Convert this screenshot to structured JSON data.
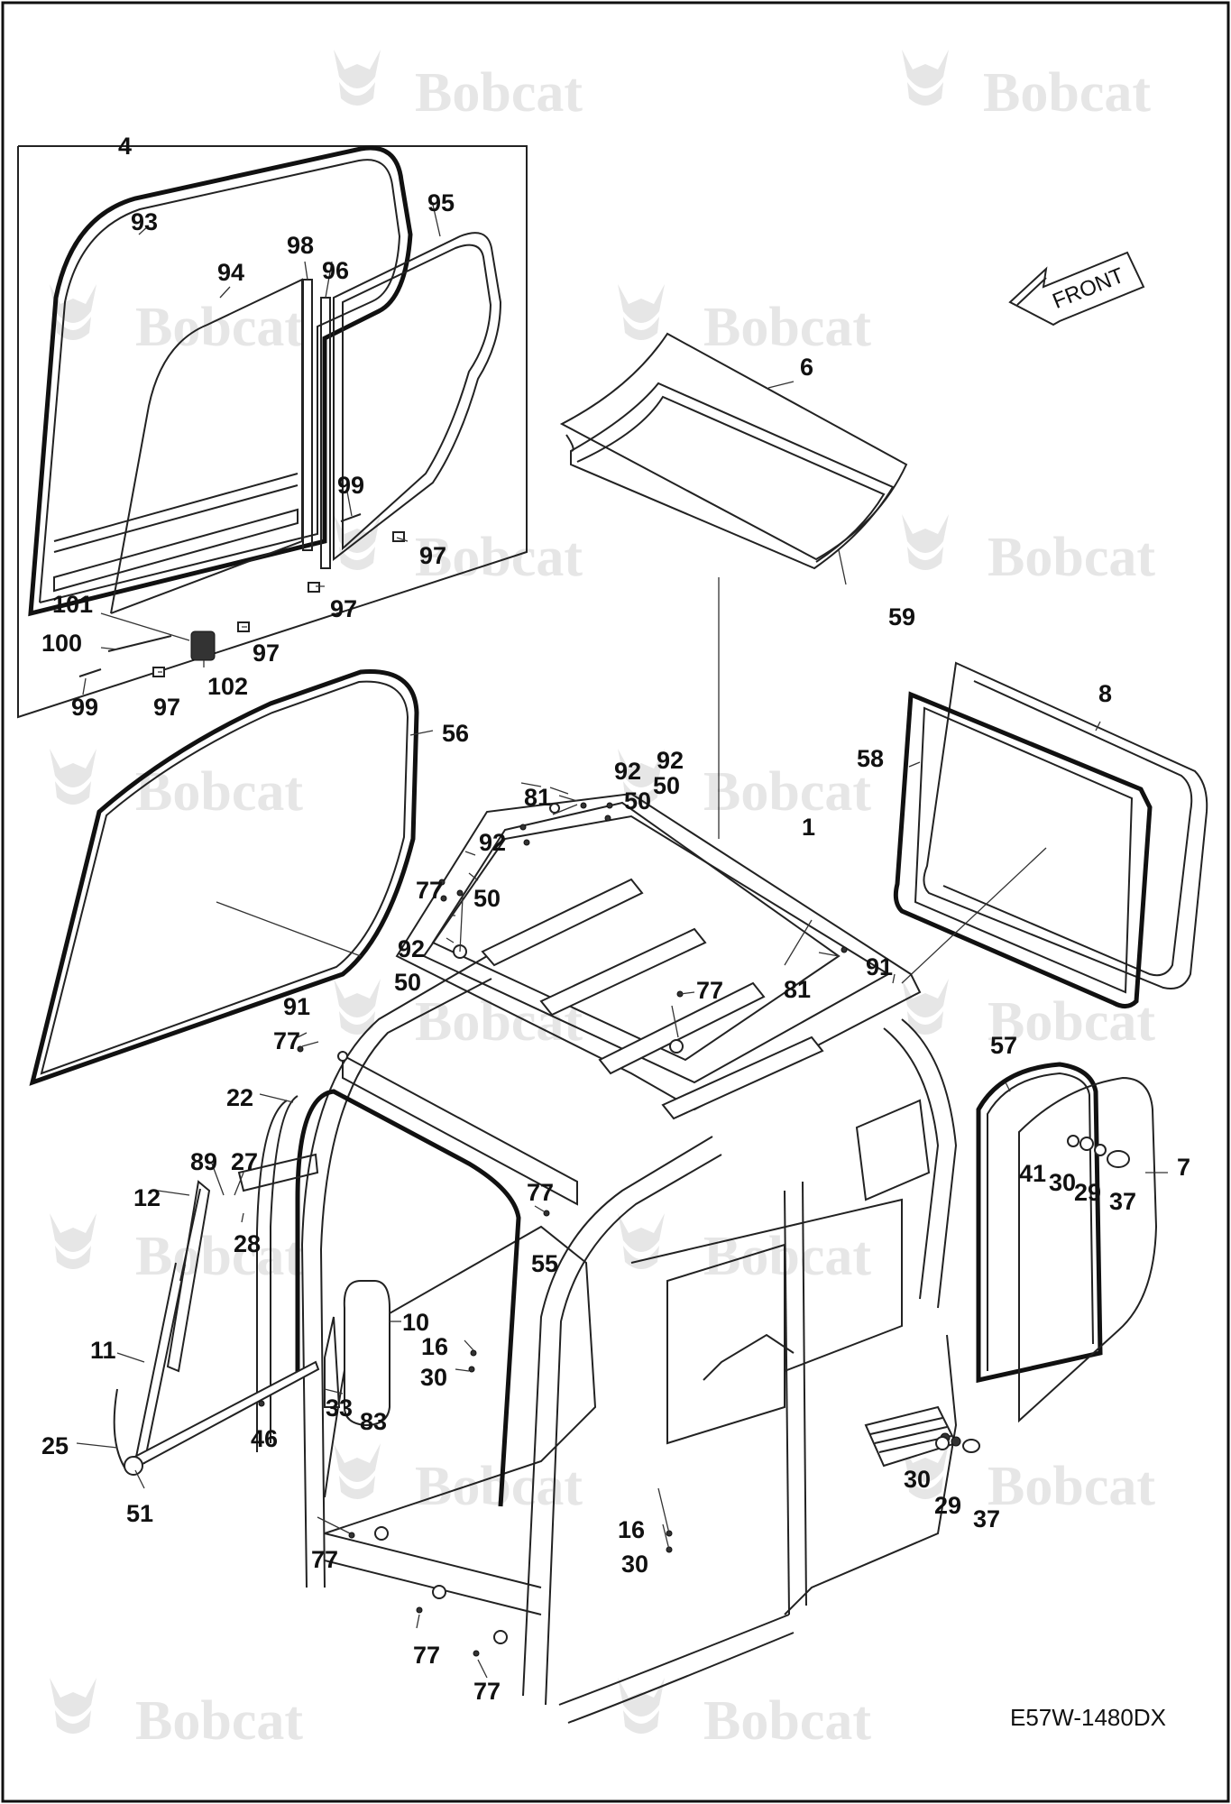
{
  "diagram": {
    "watermark": "Bobcat",
    "drawing_code": "E57W-1480DX",
    "front_label": "FRONT",
    "callouts": [
      {
        "id": "c4",
        "text": "4"
      },
      {
        "id": "c93",
        "text": "93"
      },
      {
        "id": "c94",
        "text": "94"
      },
      {
        "id": "c98",
        "text": "98"
      },
      {
        "id": "c96",
        "text": "96"
      },
      {
        "id": "c95",
        "text": "95"
      },
      {
        "id": "c99a",
        "text": "99"
      },
      {
        "id": "c97a",
        "text": "97"
      },
      {
        "id": "c97b",
        "text": "97"
      },
      {
        "id": "c101",
        "text": "101"
      },
      {
        "id": "c100",
        "text": "100"
      },
      {
        "id": "c97c",
        "text": "97"
      },
      {
        "id": "c102",
        "text": "102"
      },
      {
        "id": "c99b",
        "text": "99"
      },
      {
        "id": "c97d",
        "text": "97"
      },
      {
        "id": "c6",
        "text": "6"
      },
      {
        "id": "c59",
        "text": "59"
      },
      {
        "id": "c56",
        "text": "56"
      },
      {
        "id": "c8",
        "text": "8"
      },
      {
        "id": "c58",
        "text": "58"
      },
      {
        "id": "c92a",
        "text": "92"
      },
      {
        "id": "c92b",
        "text": "92"
      },
      {
        "id": "c50a",
        "text": "50"
      },
      {
        "id": "c81a",
        "text": "81"
      },
      {
        "id": "c50b",
        "text": "50"
      },
      {
        "id": "c92c",
        "text": "92"
      },
      {
        "id": "c1",
        "text": "1"
      },
      {
        "id": "c77a",
        "text": "77"
      },
      {
        "id": "c50c",
        "text": "50"
      },
      {
        "id": "c92d",
        "text": "92"
      },
      {
        "id": "c50d",
        "text": "50"
      },
      {
        "id": "c91a",
        "text": "91"
      },
      {
        "id": "c81b",
        "text": "81"
      },
      {
        "id": "c77b",
        "text": "77"
      },
      {
        "id": "c91b",
        "text": "91"
      },
      {
        "id": "c77c",
        "text": "77"
      },
      {
        "id": "c57",
        "text": "57"
      },
      {
        "id": "c22",
        "text": "22"
      },
      {
        "id": "c41",
        "text": "41"
      },
      {
        "id": "c30a",
        "text": "30"
      },
      {
        "id": "c29a",
        "text": "29"
      },
      {
        "id": "c7",
        "text": "7"
      },
      {
        "id": "c37a",
        "text": "37"
      },
      {
        "id": "c89",
        "text": "89"
      },
      {
        "id": "c27",
        "text": "27"
      },
      {
        "id": "c12",
        "text": "12"
      },
      {
        "id": "c28",
        "text": "28"
      },
      {
        "id": "c77d",
        "text": "77"
      },
      {
        "id": "c55",
        "text": "55"
      },
      {
        "id": "c10",
        "text": "10"
      },
      {
        "id": "c11",
        "text": "11"
      },
      {
        "id": "c16a",
        "text": "16"
      },
      {
        "id": "c30b",
        "text": "30"
      },
      {
        "id": "c33",
        "text": "33"
      },
      {
        "id": "c83",
        "text": "83"
      },
      {
        "id": "c46",
        "text": "46"
      },
      {
        "id": "c25",
        "text": "25"
      },
      {
        "id": "c51",
        "text": "51"
      },
      {
        "id": "c30c",
        "text": "30"
      },
      {
        "id": "c29b",
        "text": "29"
      },
      {
        "id": "c37b",
        "text": "37"
      },
      {
        "id": "c16b",
        "text": "16"
      },
      {
        "id": "c30d",
        "text": "30"
      },
      {
        "id": "c77e",
        "text": "77"
      },
      {
        "id": "c77f",
        "text": "77"
      },
      {
        "id": "c77g",
        "text": "77"
      }
    ]
  }
}
